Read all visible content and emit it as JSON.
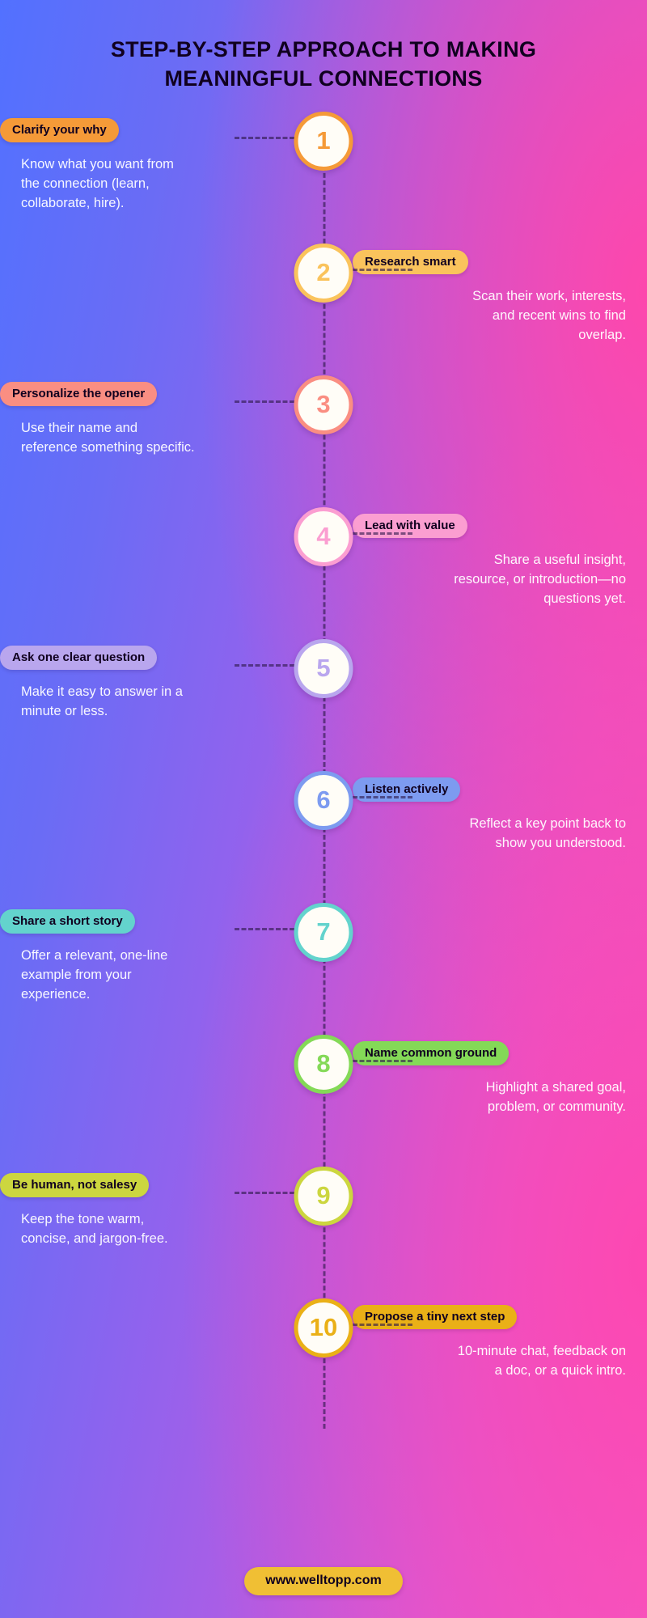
{
  "header": {
    "title": "STEP-BY-STEP APPROACH TO MAKING MEANINGFUL CONNECTIONS"
  },
  "steps": [
    {
      "number": "1",
      "side": "left",
      "color": "#f59a38",
      "badge": "Clarify your why",
      "description": "Know what you want from the connection (learn, collaborate, hire)."
    },
    {
      "number": "2",
      "side": "right",
      "color": "#fac35c",
      "badge": "Research smart",
      "description": "Scan their work, interests, and recent wins to find overlap."
    },
    {
      "number": "3",
      "side": "left",
      "color": "#fa8e82",
      "badge": "Personalize the opener",
      "description": "Use their name and reference something specific."
    },
    {
      "number": "4",
      "side": "right",
      "color": "#fb9ed1",
      "badge": "Lead with value",
      "description": "Share a useful insight, resource, or introduction—no questions yet."
    },
    {
      "number": "5",
      "side": "left",
      "color": "#b9a6ee",
      "badge": "Ask one clear question",
      "description": "Make it easy to answer in a minute or less."
    },
    {
      "number": "6",
      "side": "right",
      "color": "#7d9bf0",
      "badge": "Listen actively",
      "description": "Reflect a key point back to show you understood."
    },
    {
      "number": "7",
      "side": "left",
      "color": "#63d3cd",
      "badge": "Share a short story",
      "description": "Offer a relevant, one-line example from your experience."
    },
    {
      "number": "8",
      "side": "right",
      "color": "#84d957",
      "badge": "Name common ground",
      "description": "Highlight a shared goal, problem, or community."
    },
    {
      "number": "9",
      "side": "left",
      "color": "#ccd63f",
      "badge": "Be human, not salesy",
      "description": "Keep the tone warm, concise, and jargon-free."
    },
    {
      "number": "10",
      "side": "right",
      "color": "#eab017",
      "badge": "Propose a tiny next step",
      "description": "10-minute chat, feedback on a doc, or a quick intro."
    }
  ],
  "footer": {
    "url": "www.welltopp.com",
    "pill_color": "#f0bf34"
  },
  "background": {
    "from": "#5271ff",
    "to": "#ef5ec9"
  }
}
